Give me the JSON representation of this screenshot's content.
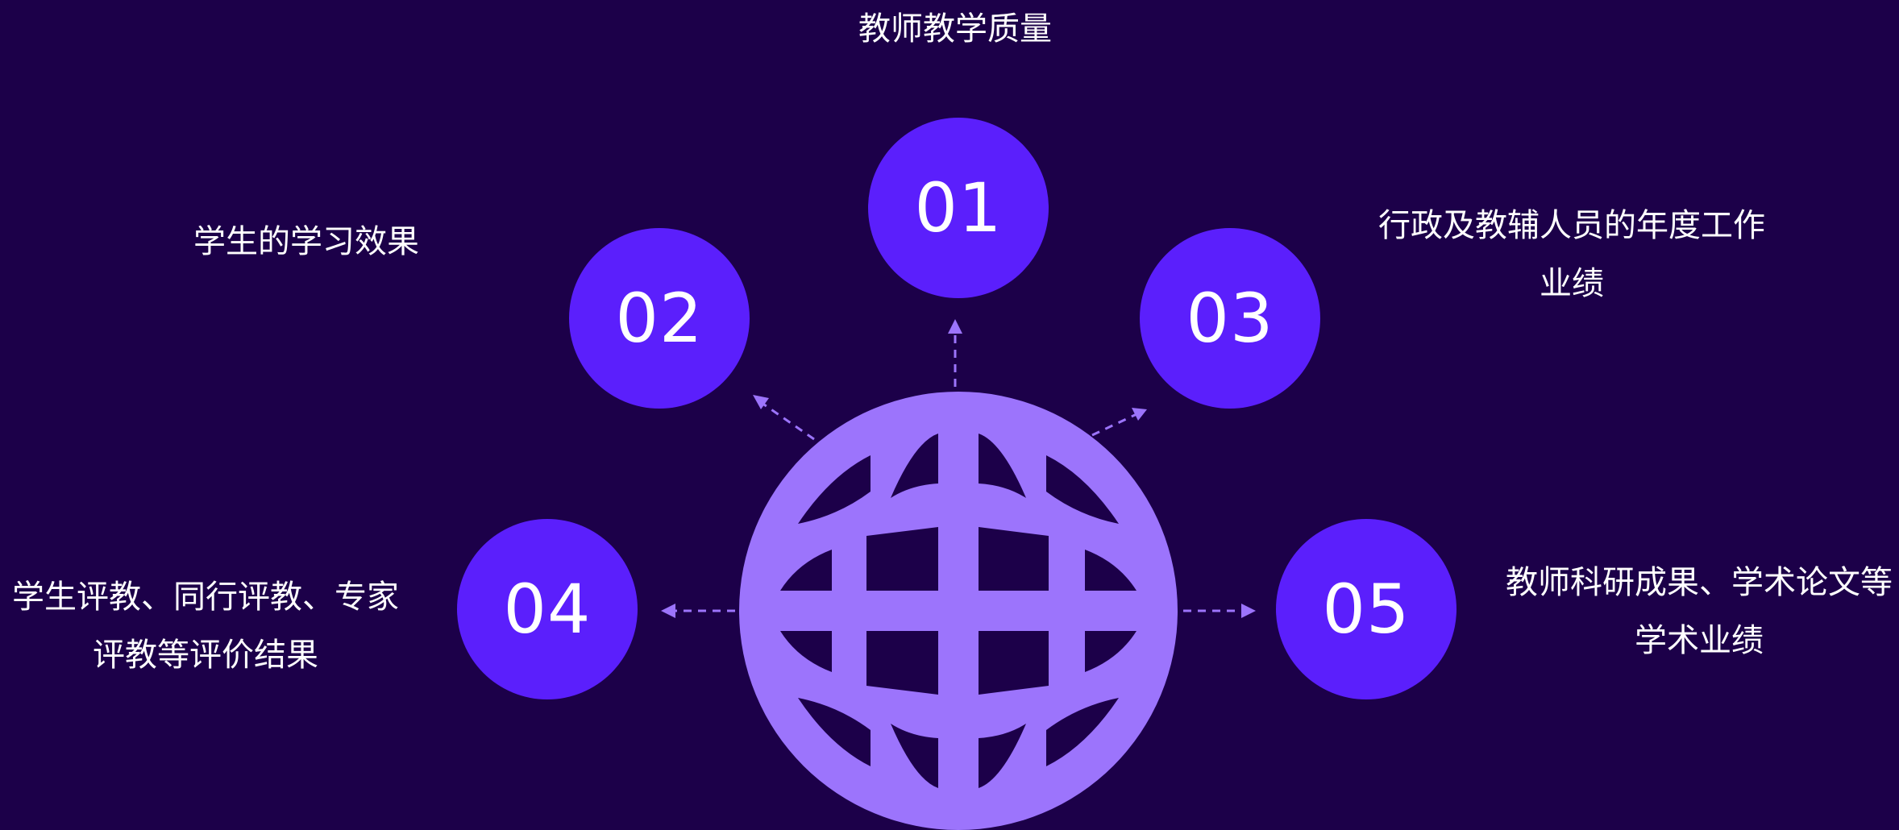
{
  "diagram": {
    "center_icon": "globe-icon",
    "colors": {
      "background": "#1c0049",
      "node_fill": "#5b1ffc",
      "globe_fill": "#9c74fc",
      "arrow": "#9c74fc",
      "text": "#ffffff"
    },
    "nodes": [
      {
        "number": "01",
        "label_lines": [
          "教师教学质量"
        ]
      },
      {
        "number": "02",
        "label_lines": [
          "学生的学习效果"
        ]
      },
      {
        "number": "03",
        "label_lines": [
          "行政及教辅人员的年度工作",
          "业绩"
        ]
      },
      {
        "number": "04",
        "label_lines": [
          "学生评教、同行评教、专家",
          "评教等评价结果"
        ]
      },
      {
        "number": "05",
        "label_lines": [
          "教师科研成果、学术论文等",
          "学术业绩"
        ]
      }
    ]
  }
}
